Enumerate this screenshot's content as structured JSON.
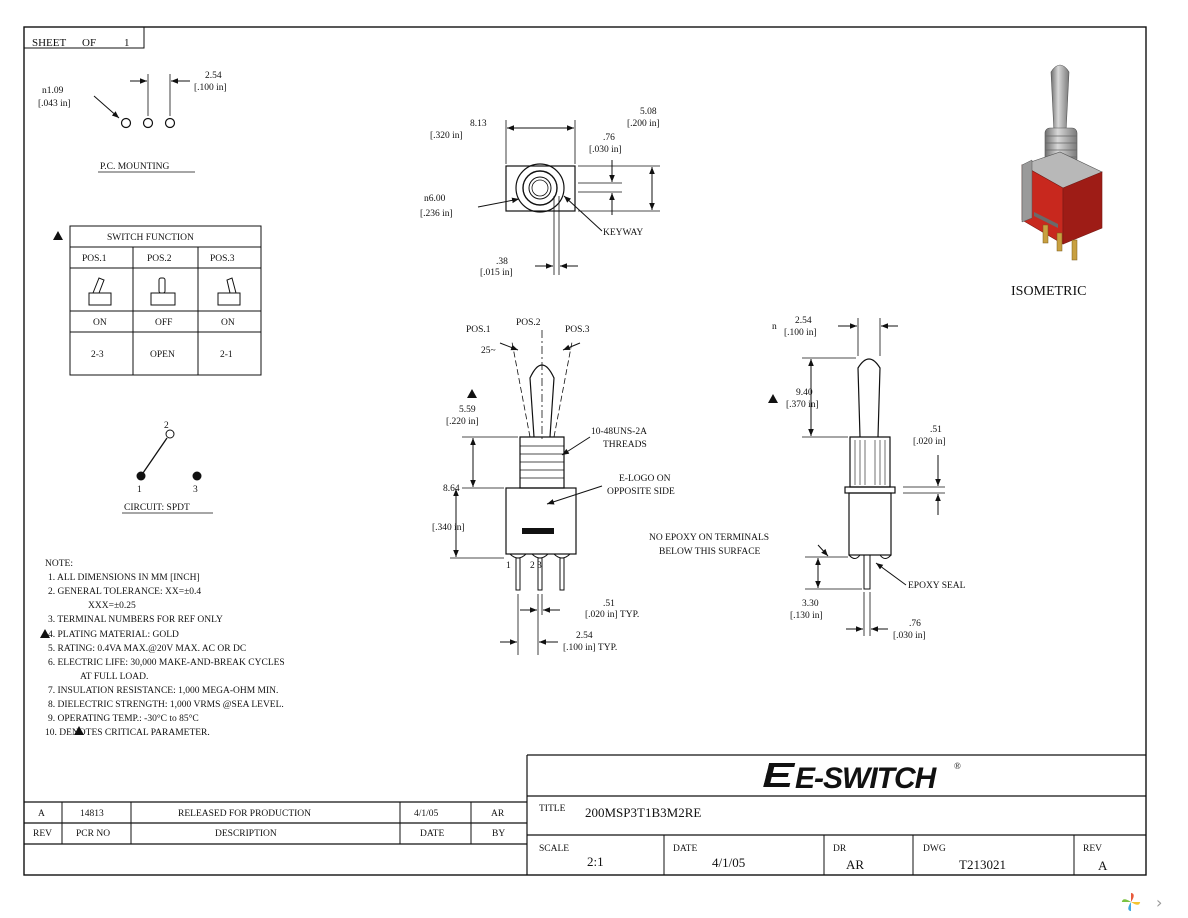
{
  "sheet": {
    "label": "SHEET",
    "of": "OF",
    "number": "1"
  },
  "pc_mounting": {
    "title": "P.C. MOUNTING",
    "hole_dia_mm": "n1.09",
    "hole_dia_in": "[.043 in]",
    "pitch_mm": "2.54",
    "pitch_in": "[.100 in]"
  },
  "switch_function": {
    "title": "SWITCH FUNCTION",
    "positions": [
      "POS.1",
      "POS.2",
      "POS.3"
    ],
    "states": [
      "ON",
      "OFF",
      "ON"
    ],
    "terminals": [
      "2-3",
      "OPEN",
      "2-1"
    ]
  },
  "circuit": {
    "title": "CIRCUIT: SPDT",
    "pin1": "1",
    "pin2": "2",
    "pin3": "3"
  },
  "top_view": {
    "width_mm": "8.13",
    "width_in": "[.320 in]",
    "height_mm": "5.08",
    "height_in": "[.200 in]",
    "keyway_mm": ".76",
    "keyway_in": "[.030 in]",
    "dia_mm": "n6.00",
    "dia_in": "[.236 in]",
    "keyway_label": "KEYWAY",
    "offset_mm": ".38",
    "offset_in": "[.015 in]"
  },
  "front_view": {
    "pos1": "POS.1",
    "pos2": "POS.2",
    "pos3": "POS.3",
    "angle": "25~",
    "lever_mm": "5.59",
    "lever_in": "[.220 in]",
    "threads_line1": "10-48UNS-2A",
    "threads_line2": "THREADS",
    "logo_line1": "E-LOGO ON",
    "logo_line2": "OPPOSITE SIDE",
    "body_mm": "8.64",
    "body_in": "[.340 in]",
    "pin_labels": [
      "1",
      "2",
      "3"
    ],
    "pin_w_mm": ".51",
    "pin_w_in": "[.020 in] TYP.",
    "pitch_mm": "2.54",
    "pitch_in": "[.100 in] TYP."
  },
  "side_view": {
    "top_mm": "2.54",
    "top_in": "[.100 in]",
    "n_mark": "n",
    "lever_mm": "9.40",
    "lever_in": "[.370 in]",
    "t_mm": ".51",
    "t_in": "[.020 in]",
    "epoxy_note1": "NO EPOXY ON TERMINALS",
    "epoxy_note2": "BELOW THIS SURFACE",
    "epoxy_seal": "EPOXY SEAL",
    "pin_len_mm": "3.30",
    "pin_len_in": "[.130 in]",
    "pin_t_mm": ".76",
    "pin_t_in": "[.030 in]"
  },
  "isometric": {
    "label": "ISOMETRIC"
  },
  "notes": {
    "title": "NOTE:",
    "lines": [
      "1. ALL DIMENSIONS IN MM [INCH]",
      "2. GENERAL TOLERANCE: XX=±0.4",
      "XXX=±0.25",
      "3. TERMINAL NUMBERS FOR REF ONLY",
      "4. PLATING MATERIAL: GOLD",
      "5. RATING: 0.4VA MAX.@20V MAX. AC OR DC",
      "6. ELECTRIC LIFE: 30,000 MAKE-AND-BREAK CYCLES",
      "AT FULL LOAD.",
      "7. INSULATION RESISTANCE: 1,000 MEGA-OHM MIN.",
      "8. DIELECTRIC STRENGTH: 1,000 VRMS @SEA LEVEL.",
      "9. OPERATING TEMP.: -30°C to 85°C",
      "10.    DENOTES CRITICAL PARAMETER."
    ]
  },
  "revision_table": {
    "row": {
      "rev": "A",
      "pcr": "14813",
      "desc": "RELEASED FOR PRODUCTION",
      "date": "4/1/05",
      "by": "AR"
    },
    "headers": {
      "rev": "REV",
      "pcr": "PCR NO",
      "desc": "DESCRIPTION",
      "date": "DATE",
      "by": "BY"
    }
  },
  "title_block": {
    "brand": "E-SWITCH",
    "registered": "®",
    "title_label": "TITLE",
    "title_value": "200MSP3T1B3M2RE",
    "scale_label": "SCALE",
    "scale_value": "2:1",
    "date_label": "DATE",
    "date_value": "4/1/05",
    "dr_label": "DR",
    "dr_value": "AR",
    "dwg_label": "DWG",
    "dwg_value": "T213021",
    "rev_label": "REV",
    "rev_value": "A"
  },
  "colors": {
    "housing_red": "#c8281e",
    "metal": "#a8a8a8",
    "pins_gold": "#c8a040"
  },
  "icons": {
    "viewer_logo": "pinwheel-logo-icon",
    "next": "chevron-right-icon"
  }
}
